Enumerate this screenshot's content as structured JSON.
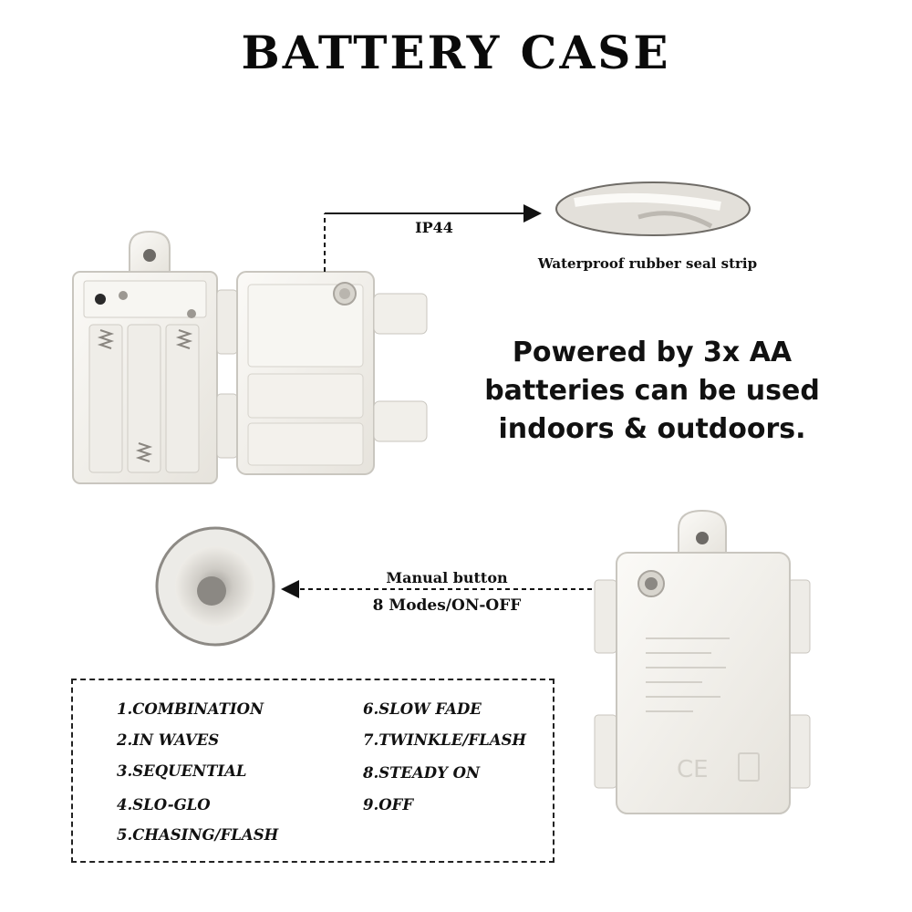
{
  "title": "BATTERY CASE",
  "ip_rating": "IP44",
  "seal_caption": "Waterproof rubber seal strip",
  "headline": [
    "Powered by 3x AA",
    "batteries can be used",
    "indoors & outdoors."
  ],
  "button_callout": {
    "line1": "Manual button",
    "line2": "8 Modes/ON-OFF"
  },
  "modes": [
    "1.COMBINATION",
    "2.IN WAVES",
    "3.SEQUENTIAL",
    "4.SLO-GLO",
    "5.CHASING/FLASH",
    "6.SLOW FADE",
    "7.TWINKLE/FLASH",
    "8.STEADY ON",
    "9.OFF"
  ],
  "colors": {
    "case_white": "#f3f1ec",
    "case_edge": "#c9c6bf",
    "text": "#111111"
  },
  "icons": [
    "battery-case-open-illustration",
    "seal-strip-closeup",
    "button-closeup",
    "battery-case-closed-illustration"
  ]
}
